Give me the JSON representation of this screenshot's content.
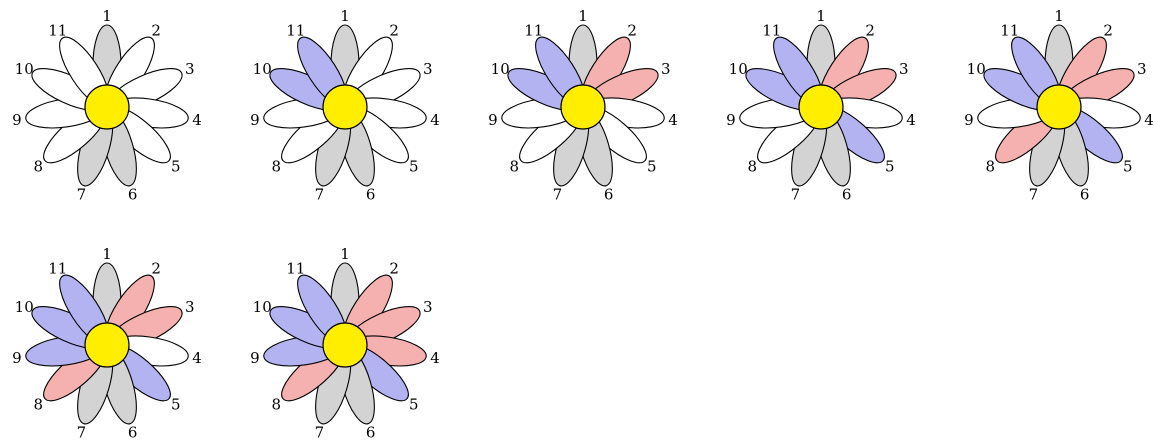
{
  "colors": {
    "gray": "#d3d3d3",
    "white": "#ffffff",
    "blue": "#b3b3f2",
    "red": "#f5b0b0",
    "center": "#ffee00"
  },
  "petal_labels": [
    "1",
    "2",
    "3",
    "4",
    "5",
    "6",
    "7",
    "8",
    "9",
    "10",
    "11"
  ],
  "flowers": [
    {
      "petals": [
        "gray",
        "white",
        "white",
        "white",
        "white",
        "gray",
        "gray",
        "white",
        "white",
        "white",
        "white"
      ]
    },
    {
      "petals": [
        "gray",
        "white",
        "white",
        "white",
        "white",
        "gray",
        "gray",
        "white",
        "white",
        "blue",
        "blue"
      ]
    },
    {
      "petals": [
        "gray",
        "red",
        "red",
        "white",
        "white",
        "gray",
        "gray",
        "white",
        "white",
        "blue",
        "blue"
      ]
    },
    {
      "petals": [
        "gray",
        "red",
        "red",
        "white",
        "blue",
        "gray",
        "gray",
        "white",
        "white",
        "blue",
        "blue"
      ]
    },
    {
      "petals": [
        "gray",
        "red",
        "red",
        "white",
        "blue",
        "gray",
        "gray",
        "red",
        "white",
        "blue",
        "blue"
      ]
    },
    {
      "petals": [
        "gray",
        "red",
        "red",
        "white",
        "blue",
        "gray",
        "gray",
        "red",
        "blue",
        "blue",
        "blue"
      ]
    },
    {
      "petals": [
        "gray",
        "red",
        "red",
        "red",
        "blue",
        "gray",
        "gray",
        "red",
        "blue",
        "blue",
        "blue"
      ]
    }
  ]
}
